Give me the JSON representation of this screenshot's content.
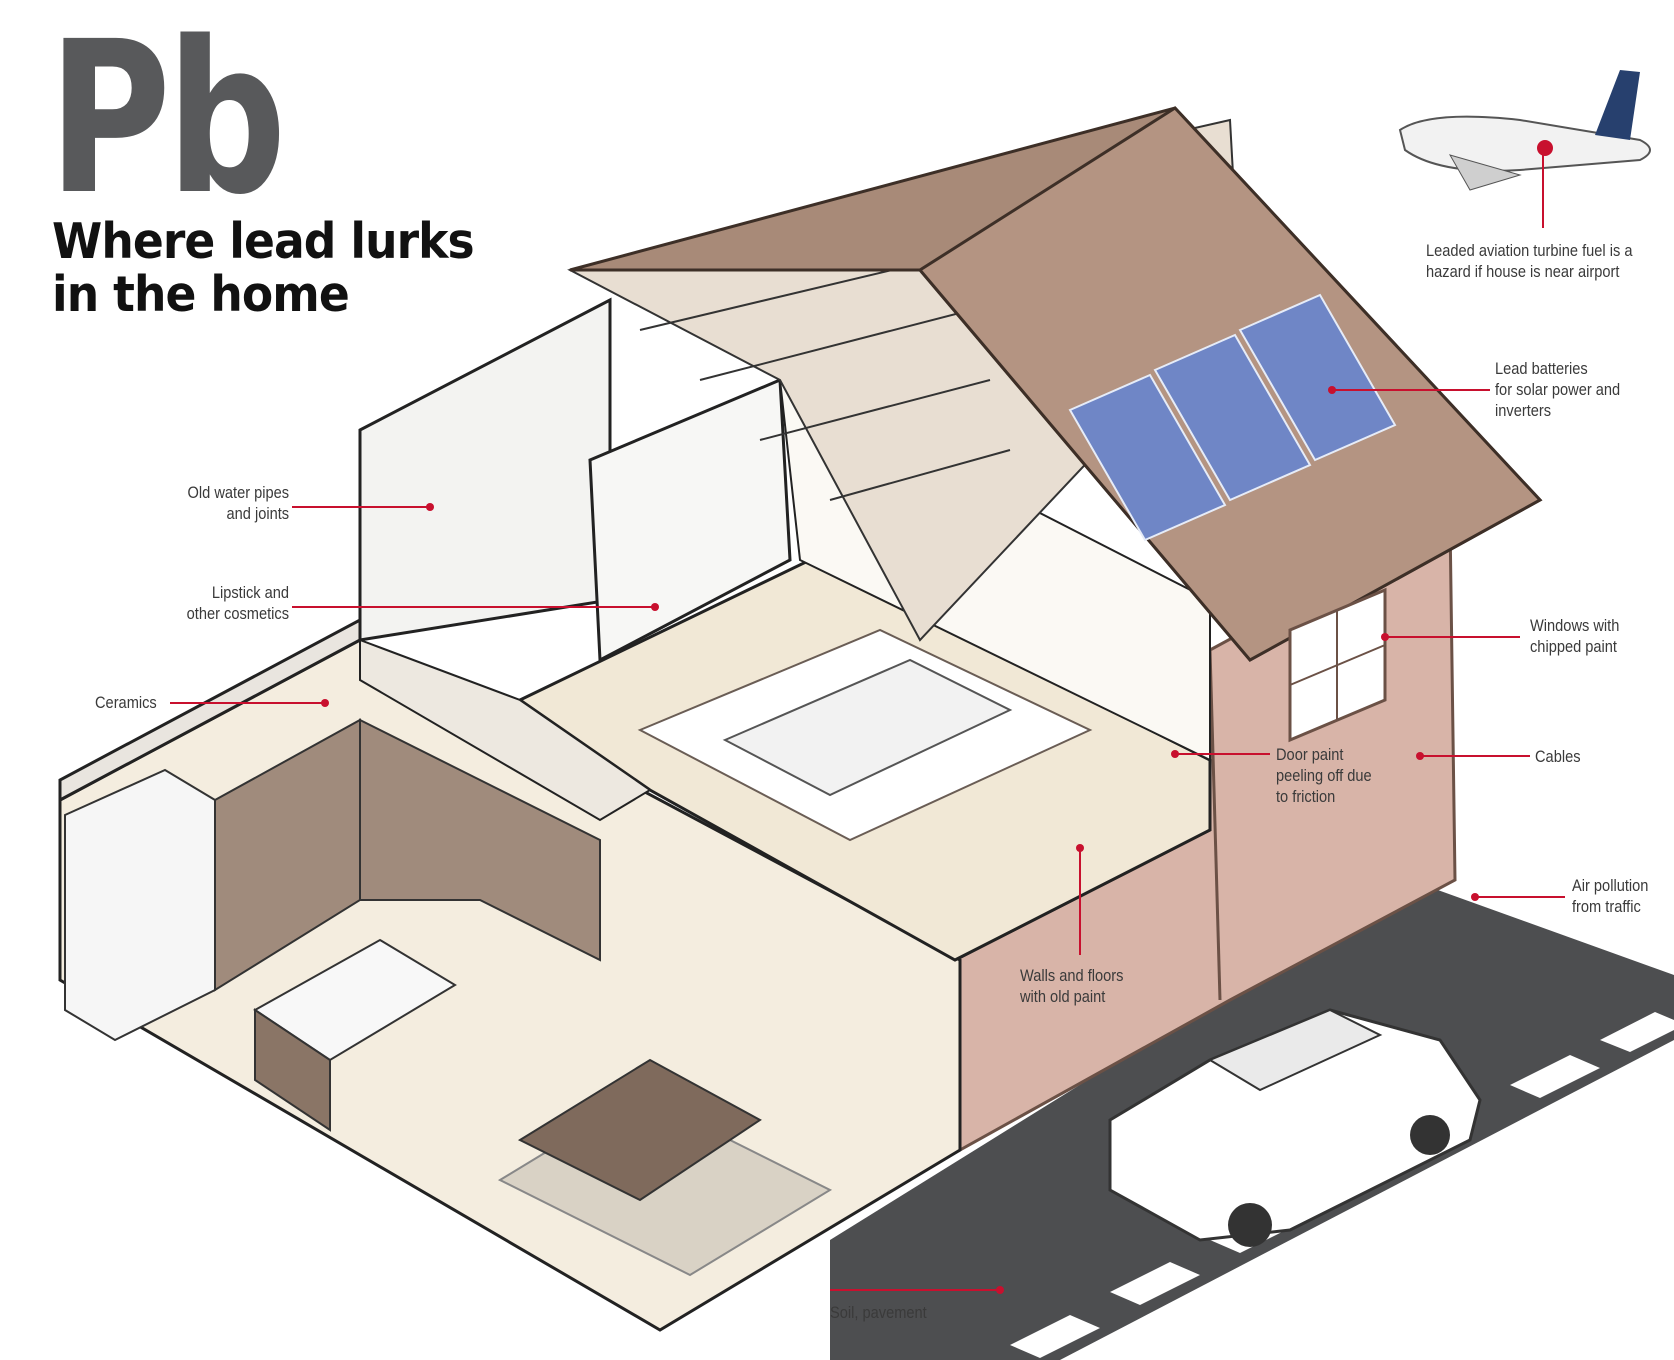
{
  "header": {
    "symbol": "Pb",
    "title_line1": "Where lead lurks",
    "title_line2": "in the home"
  },
  "colors": {
    "roof": "#a88a78",
    "brick_wall": "#d8b4a8",
    "floor": "#f1e8d6",
    "solar_panel": "#6f86c6",
    "callout_line": "#c8102e",
    "road": "#4d4e50",
    "headline": "#111111",
    "symbol": "#58595b"
  },
  "callouts": {
    "airport_fuel": {
      "line1": "Leaded aviation turbine fuel is a",
      "line2": "hazard if house is near airport"
    },
    "solar_batteries": {
      "line1": "Lead batteries",
      "line2": "for solar power and",
      "line3": "inverters"
    },
    "water_pipes": {
      "line1": "Old water pipes",
      "line2": "and joints"
    },
    "cosmetics": {
      "line1": "Lipstick and",
      "line2": "other cosmetics"
    },
    "ceramics": {
      "line1": "Ceramics"
    },
    "windows": {
      "line1": "Windows with",
      "line2": "chipped paint"
    },
    "cables": {
      "line1": "Cables"
    },
    "door_paint": {
      "line1": "Door paint",
      "line2": "peeling off due",
      "line3": "to friction"
    },
    "air_pollution": {
      "line1": "Air pollution",
      "line2": "from traffic"
    },
    "walls_floors": {
      "line1": "Walls and floors",
      "line2": "with old paint"
    },
    "soil": {
      "line1": "Soil,  pavement"
    }
  }
}
